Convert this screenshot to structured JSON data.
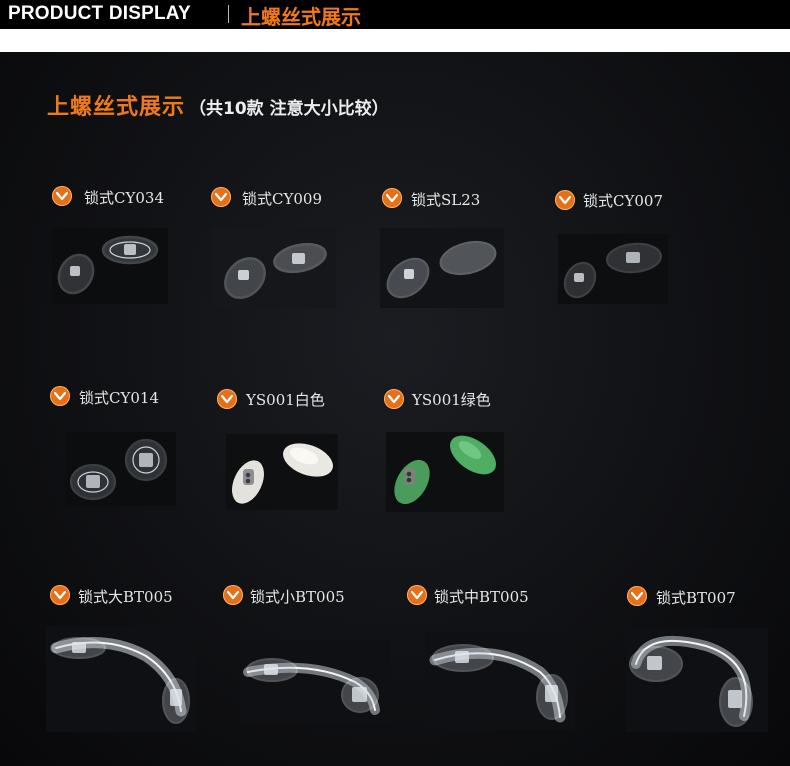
{
  "header": {
    "title_en": "PRODUCT DISPLAY",
    "title_cn": "上螺丝式展示"
  },
  "section": {
    "title": "上螺丝式展示",
    "subtitle": "（共10款 注意大小比较）"
  },
  "products": [
    {
      "label": "锁式CY034",
      "icon": "chevron-down-icon",
      "tint": "clear"
    },
    {
      "label": "锁式CY009",
      "icon": "chevron-down-icon",
      "tint": "clear"
    },
    {
      "label": "锁式SL23",
      "icon": "chevron-down-icon",
      "tint": "clear"
    },
    {
      "label": "锁式CY007",
      "icon": "chevron-down-icon",
      "tint": "clear"
    },
    {
      "label": "锁式CY014",
      "icon": "chevron-down-icon",
      "tint": "clear"
    },
    {
      "label": "YS001白色",
      "icon": "chevron-down-icon",
      "tint": "white"
    },
    {
      "label": "YS001绿色",
      "icon": "chevron-down-icon",
      "tint": "green"
    },
    {
      "label": "锁式大BT005",
      "icon": "chevron-down-icon",
      "tint": "clear"
    },
    {
      "label": "锁式小BT005",
      "icon": "chevron-down-icon",
      "tint": "clear"
    },
    {
      "label": "锁式中BT005",
      "icon": "chevron-down-icon",
      "tint": "clear"
    },
    {
      "label": "锁式BT007",
      "icon": "chevron-down-icon",
      "tint": "clear"
    }
  ],
  "colors": {
    "accent": "#f07a1a",
    "background": "#0e0f12",
    "green_pad": "#4fae64"
  }
}
